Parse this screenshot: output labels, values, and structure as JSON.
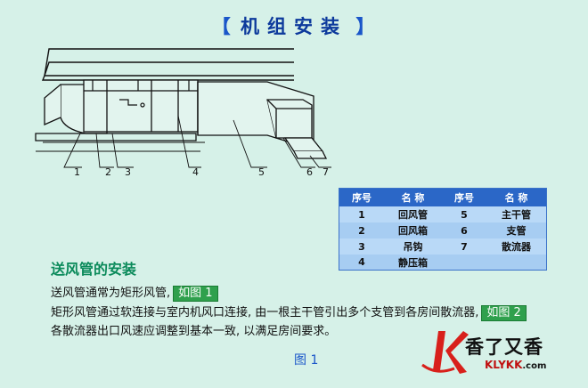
{
  "header": {
    "bracket_left": "【",
    "title": "机组安装",
    "bracket_right": "】"
  },
  "diagram": {
    "callouts": [
      "1",
      "2",
      "3",
      "4",
      "5",
      "6",
      "7"
    ]
  },
  "legend_table": {
    "headers": [
      "序号",
      "名 称",
      "序号",
      "名 称"
    ],
    "rows": [
      [
        "1",
        "回风管",
        "5",
        "主干管"
      ],
      [
        "2",
        "回风箱",
        "6",
        "支管"
      ],
      [
        "3",
        "吊钩",
        "7",
        "散流器"
      ],
      [
        "4",
        "静压箱",
        "",
        ""
      ]
    ]
  },
  "section": {
    "heading": "送风管的安装",
    "line1": "送风管通常为矩形风管,",
    "tag1": "如图 1",
    "line2": "矩形风管通过软连接与室内机风口连接, 由一根主干管引出多个支管到各房间散流器,",
    "tag2": "如图 2",
    "line3": "各散流器出口风速应调整到基本一致, 以满足房间要求。"
  },
  "figure_caption": "图 1",
  "watermark": {
    "brand": "香了又香",
    "domain": "KLYKK",
    "suffix": ".com"
  },
  "colors": {
    "background": "#d6f1e8",
    "title": "#1a56c9",
    "heading": "#0a8a5a",
    "tag": "#2fa04d",
    "table_header": "#2b67c7"
  }
}
